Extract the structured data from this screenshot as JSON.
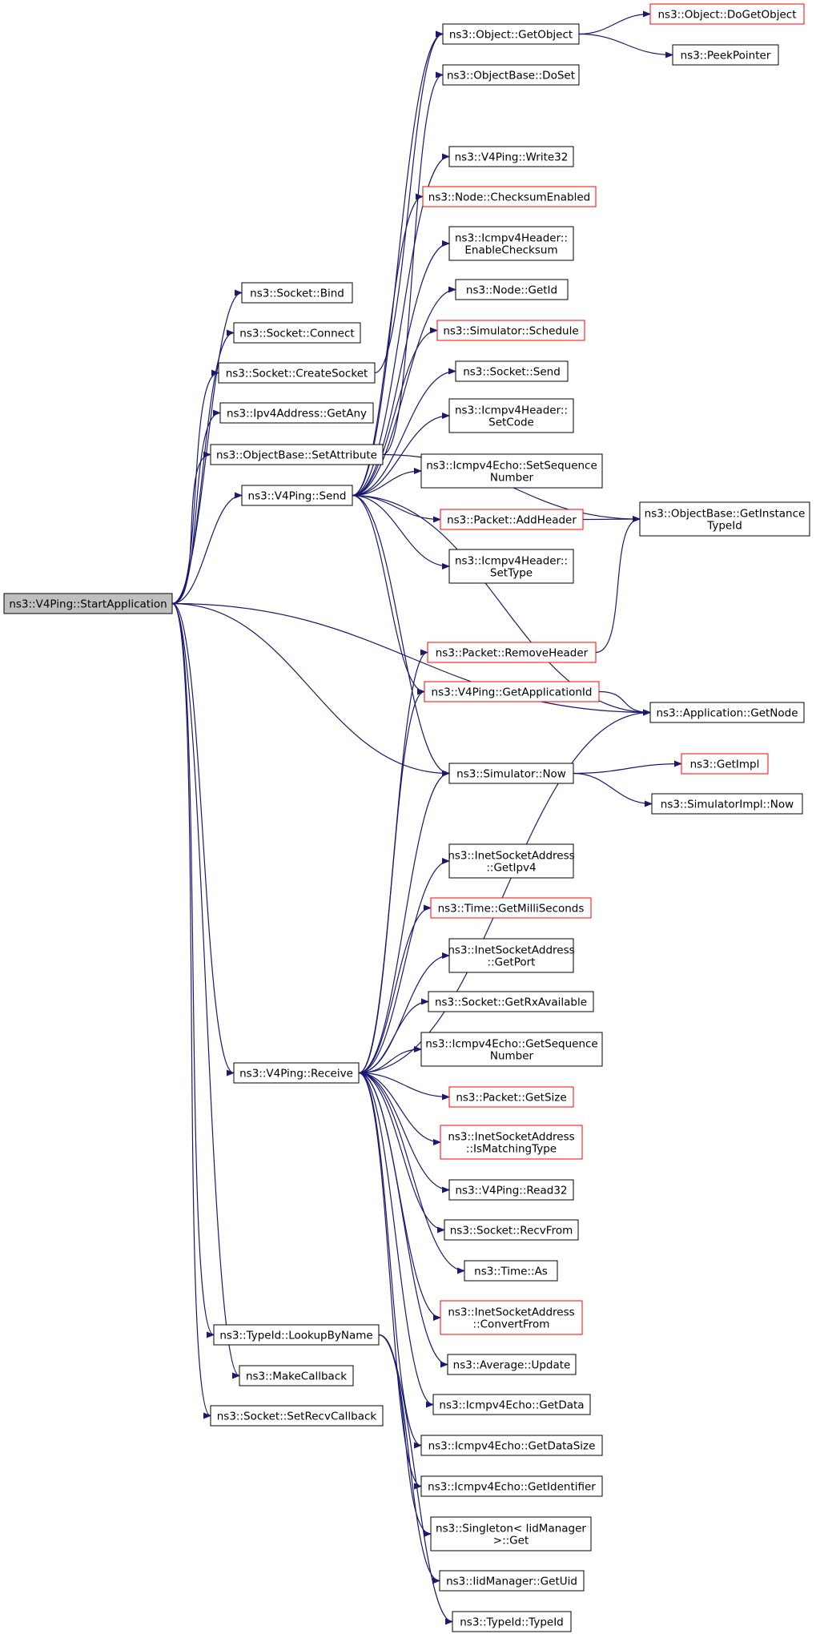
{
  "diagram": {
    "nodes": [
      {
        "id": "start",
        "lines": [
          "ns3::V4Ping::StartApplication"
        ],
        "style": "grey"
      },
      {
        "id": "bind",
        "lines": [
          "ns3::Socket::Bind"
        ],
        "style": "black"
      },
      {
        "id": "connect",
        "lines": [
          "ns3::Socket::Connect"
        ],
        "style": "black"
      },
      {
        "id": "createsocket",
        "lines": [
          "ns3::Socket::CreateSocket"
        ],
        "style": "black"
      },
      {
        "id": "getany",
        "lines": [
          "ns3::Ipv4Address::GetAny"
        ],
        "style": "black"
      },
      {
        "id": "setattribute",
        "lines": [
          "ns3::ObjectBase::SetAttribute"
        ],
        "style": "black"
      },
      {
        "id": "send",
        "lines": [
          "ns3::V4Ping::Send"
        ],
        "style": "black"
      },
      {
        "id": "receive",
        "lines": [
          "ns3::V4Ping::Receive"
        ],
        "style": "black"
      },
      {
        "id": "lookupbyname",
        "lines": [
          "ns3::TypeId::LookupByName"
        ],
        "style": "black"
      },
      {
        "id": "makecallback",
        "lines": [
          "ns3::MakeCallback"
        ],
        "style": "black"
      },
      {
        "id": "setrecvcallback",
        "lines": [
          "ns3::Socket::SetRecvCallback"
        ],
        "style": "black"
      },
      {
        "id": "getobject",
        "lines": [
          "ns3::Object::GetObject"
        ],
        "style": "black"
      },
      {
        "id": "dogetobject",
        "lines": [
          "ns3::Object::DoGetObject"
        ],
        "style": "red"
      },
      {
        "id": "peekpointer",
        "lines": [
          "ns3::PeekPointer"
        ],
        "style": "black"
      },
      {
        "id": "doset",
        "lines": [
          "ns3::ObjectBase::DoSet"
        ],
        "style": "black"
      },
      {
        "id": "write32",
        "lines": [
          "ns3::V4Ping::Write32"
        ],
        "style": "black"
      },
      {
        "id": "checksumenabled",
        "lines": [
          "ns3::Node::ChecksumEnabled"
        ],
        "style": "red"
      },
      {
        "id": "enablechecksum",
        "lines": [
          "ns3::Icmpv4Header::",
          "EnableChecksum"
        ],
        "style": "black"
      },
      {
        "id": "nodegetid",
        "lines": [
          "ns3::Node::GetId"
        ],
        "style": "black"
      },
      {
        "id": "schedule",
        "lines": [
          "ns3::Simulator::Schedule"
        ],
        "style": "red"
      },
      {
        "id": "socketsend",
        "lines": [
          "ns3::Socket::Send"
        ],
        "style": "black"
      },
      {
        "id": "setcode",
        "lines": [
          "ns3::Icmpv4Header::",
          "SetCode"
        ],
        "style": "black"
      },
      {
        "id": "setsequence",
        "lines": [
          "ns3::Icmpv4Echo::SetSequence",
          "Number"
        ],
        "style": "black"
      },
      {
        "id": "addheader",
        "lines": [
          "ns3::Packet::AddHeader"
        ],
        "style": "red"
      },
      {
        "id": "settype",
        "lines": [
          "ns3::Icmpv4Header::",
          "SetType"
        ],
        "style": "black"
      },
      {
        "id": "getinstancetypeid",
        "lines": [
          "ns3::ObjectBase::GetInstance",
          "TypeId"
        ],
        "style": "black"
      },
      {
        "id": "removeheader",
        "lines": [
          "ns3::Packet::RemoveHeader"
        ],
        "style": "red"
      },
      {
        "id": "getapplicationid",
        "lines": [
          "ns3::V4Ping::GetApplicationId"
        ],
        "style": "red"
      },
      {
        "id": "getnode",
        "lines": [
          "ns3::Application::GetNode"
        ],
        "style": "black"
      },
      {
        "id": "simnow",
        "lines": [
          "ns3::Simulator::Now"
        ],
        "style": "black"
      },
      {
        "id": "getimpl",
        "lines": [
          "ns3::GetImpl"
        ],
        "style": "red"
      },
      {
        "id": "simimplnow",
        "lines": [
          "ns3::SimulatorImpl::Now"
        ],
        "style": "black"
      },
      {
        "id": "getipv4",
        "lines": [
          "ns3::InetSocketAddress",
          "::GetIpv4"
        ],
        "style": "black"
      },
      {
        "id": "getmilliseconds",
        "lines": [
          "ns3::Time::GetMilliSeconds"
        ],
        "style": "red"
      },
      {
        "id": "getport",
        "lines": [
          "ns3::InetSocketAddress",
          "::GetPort"
        ],
        "style": "black"
      },
      {
        "id": "getrxavailable",
        "lines": [
          "ns3::Socket::GetRxAvailable"
        ],
        "style": "black"
      },
      {
        "id": "getsequence",
        "lines": [
          "ns3::Icmpv4Echo::GetSequence",
          "Number"
        ],
        "style": "black"
      },
      {
        "id": "getsize",
        "lines": [
          "ns3::Packet::GetSize"
        ],
        "style": "red"
      },
      {
        "id": "ismatchingtype",
        "lines": [
          "ns3::InetSocketAddress",
          "::IsMatchingType"
        ],
        "style": "red"
      },
      {
        "id": "read32",
        "lines": [
          "ns3::V4Ping::Read32"
        ],
        "style": "black"
      },
      {
        "id": "recvfrom",
        "lines": [
          "ns3::Socket::RecvFrom"
        ],
        "style": "black"
      },
      {
        "id": "timeas",
        "lines": [
          "ns3::Time::As"
        ],
        "style": "black"
      },
      {
        "id": "convertfrom",
        "lines": [
          "ns3::InetSocketAddress",
          "::ConvertFrom"
        ],
        "style": "red"
      },
      {
        "id": "averageupdate",
        "lines": [
          "ns3::Average::Update"
        ],
        "style": "black"
      },
      {
        "id": "getdata",
        "lines": [
          "ns3::Icmpv4Echo::GetData"
        ],
        "style": "black"
      },
      {
        "id": "getdatasize",
        "lines": [
          "ns3::Icmpv4Echo::GetDataSize"
        ],
        "style": "black"
      },
      {
        "id": "getidentifier",
        "lines": [
          "ns3::Icmpv4Echo::GetIdentifier"
        ],
        "style": "black"
      },
      {
        "id": "singletonget",
        "lines": [
          "ns3::Singleton< IidManager",
          ">::Get"
        ],
        "style": "black"
      },
      {
        "id": "getuid",
        "lines": [
          "ns3::IidManager::GetUid"
        ],
        "style": "black"
      },
      {
        "id": "typeid",
        "lines": [
          "ns3::TypeId::TypeId"
        ],
        "style": "black"
      }
    ],
    "edges": [
      [
        "start",
        "bind"
      ],
      [
        "start",
        "connect"
      ],
      [
        "start",
        "createsocket"
      ],
      [
        "start",
        "getany"
      ],
      [
        "start",
        "setattribute"
      ],
      [
        "start",
        "send"
      ],
      [
        "start",
        "getnode"
      ],
      [
        "start",
        "simnow"
      ],
      [
        "start",
        "receive"
      ],
      [
        "start",
        "lookupbyname"
      ],
      [
        "start",
        "makecallback"
      ],
      [
        "start",
        "setrecvcallback"
      ],
      [
        "createsocket",
        "getobject"
      ],
      [
        "setattribute",
        "doset"
      ],
      [
        "setattribute",
        "getinstancetypeid"
      ],
      [
        "getobject",
        "dogetobject"
      ],
      [
        "getobject",
        "peekpointer"
      ],
      [
        "send",
        "getobject"
      ],
      [
        "send",
        "write32"
      ],
      [
        "send",
        "checksumenabled"
      ],
      [
        "send",
        "enablechecksum"
      ],
      [
        "send",
        "nodegetid"
      ],
      [
        "send",
        "schedule"
      ],
      [
        "send",
        "socketsend"
      ],
      [
        "send",
        "setcode"
      ],
      [
        "send",
        "setsequence"
      ],
      [
        "send",
        "addheader"
      ],
      [
        "send",
        "settype"
      ],
      [
        "send",
        "getapplicationid"
      ],
      [
        "send",
        "getnode"
      ],
      [
        "send",
        "simnow"
      ],
      [
        "addheader",
        "getinstancetypeid"
      ],
      [
        "removeheader",
        "getinstancetypeid"
      ],
      [
        "getapplicationid",
        "getnode"
      ],
      [
        "simnow",
        "getimpl"
      ],
      [
        "simnow",
        "simimplnow"
      ],
      [
        "receive",
        "removeheader"
      ],
      [
        "receive",
        "getapplicationid"
      ],
      [
        "receive",
        "getnode"
      ],
      [
        "receive",
        "simnow"
      ],
      [
        "receive",
        "getipv4"
      ],
      [
        "receive",
        "getmilliseconds"
      ],
      [
        "receive",
        "getport"
      ],
      [
        "receive",
        "getrxavailable"
      ],
      [
        "receive",
        "getsequence"
      ],
      [
        "receive",
        "getsize"
      ],
      [
        "receive",
        "ismatchingtype"
      ],
      [
        "receive",
        "read32"
      ],
      [
        "receive",
        "recvfrom"
      ],
      [
        "receive",
        "timeas"
      ],
      [
        "receive",
        "convertfrom"
      ],
      [
        "receive",
        "averageupdate"
      ],
      [
        "receive",
        "getdata"
      ],
      [
        "receive",
        "getdatasize"
      ],
      [
        "receive",
        "getidentifier"
      ],
      [
        "lookupbyname",
        "singletonget"
      ],
      [
        "lookupbyname",
        "getuid"
      ],
      [
        "lookupbyname",
        "typeid"
      ]
    ]
  }
}
